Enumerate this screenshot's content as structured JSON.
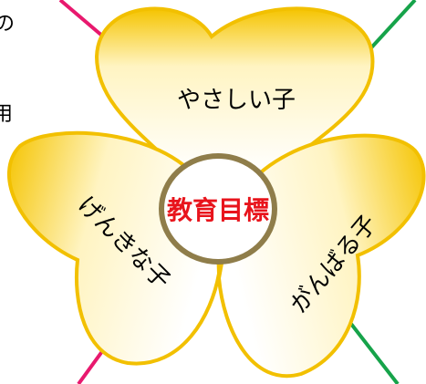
{
  "diagram": {
    "center_label": "教育目標",
    "petals": [
      {
        "label": "やさしい子"
      },
      {
        "label": "げんきな子"
      },
      {
        "label": "がんばる子"
      }
    ],
    "edge_fragments": {
      "top_left": "の",
      "mid_left": "用"
    }
  },
  "colors": {
    "petal_fill_light": "#fffbea",
    "petal_fill_dark": "#f5c400",
    "petal_stroke": "#f2c000",
    "center_ring": "#8f7d4a",
    "center_text": "#e8141c",
    "line_pink": "#e8196e",
    "line_green": "#16a34a"
  }
}
